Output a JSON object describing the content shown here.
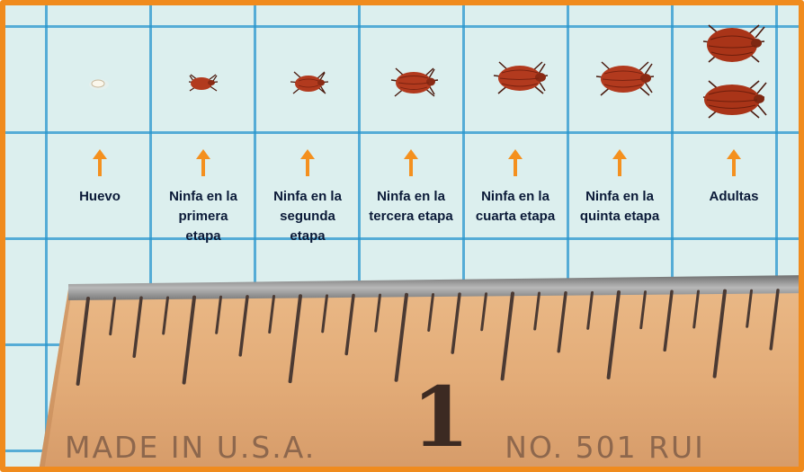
{
  "colors": {
    "border": "#f08b1d",
    "grid_background": "#dcefee",
    "grid_lines": "#2896cd",
    "arrow": "#f4901e",
    "label_text": "#0b1a38",
    "bug_body": "#b23a1e",
    "ruler_wood": "#e3ac78"
  },
  "stages": [
    {
      "label": "Huevo",
      "icon": "egg-icon"
    },
    {
      "label": "Ninfa en la\nprimera\netapa",
      "icon": "bedbug-nymph-icon"
    },
    {
      "label": "Ninfa en la\nsegunda\netapa",
      "icon": "bedbug-nymph-icon"
    },
    {
      "label": "Ninfa en la\ntercera etapa",
      "icon": "bedbug-nymph-icon"
    },
    {
      "label": "Ninfa en la\ncuarta etapa",
      "icon": "bedbug-nymph-icon"
    },
    {
      "label": "Ninfa en la\nquinta etapa",
      "icon": "bedbug-nymph-icon"
    },
    {
      "label": "Adultas",
      "icon": "bedbug-adult-icon"
    }
  ],
  "ruler": {
    "number": "1",
    "text_left": "MADE IN U.S.A.",
    "text_right": "NO. 501 RUI"
  }
}
